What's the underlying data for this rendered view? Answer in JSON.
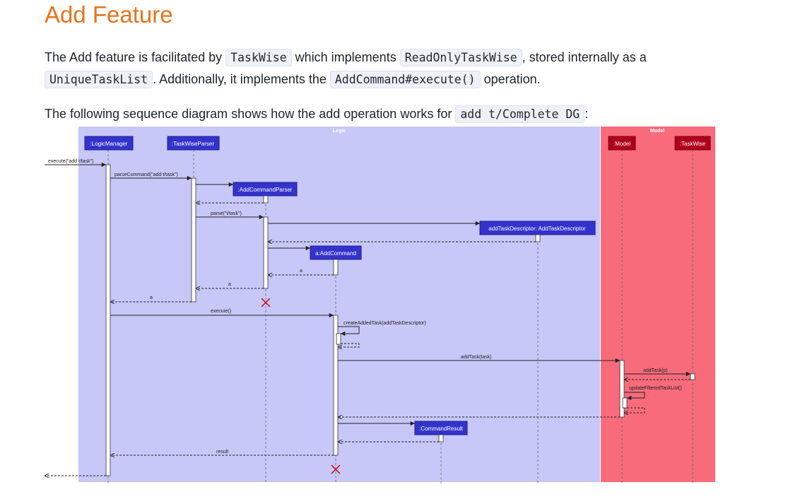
{
  "heading": "Add Feature",
  "intro": {
    "t1": "The Add feature is facilitated by ",
    "c1": "TaskWise",
    "t2": " which implements ",
    "c2": "ReadOnlyTaskWise",
    "t3": ", stored internally as a ",
    "c3": "UniqueTaskList",
    "t4": ". Additionally, it implements the ",
    "c4": "AddCommand#execute()",
    "t5": " operation."
  },
  "seq_intro": {
    "t1": "The following sequence diagram shows how the add operation works for ",
    "c1": "add t/Complete DG",
    "t2": ":"
  },
  "diagram": {
    "logic_title": "Logic",
    "model_title": "Model",
    "colors": {
      "logic_bg": "#c7c7f8",
      "model_bg": "#f76b7b",
      "participant_blue": "#3333cc",
      "participant_red": "#b0001c",
      "destroy": "#cc0000"
    },
    "participants": {
      "logic_manager": ":LogicManager",
      "parser": ":TaskWiseParser",
      "add_command_parser": ":AddCommandParser",
      "descriptor": "addTaskDescriptor: AddTaskDescriptor",
      "add_command": "a:AddCommand",
      "command_result": ":CommandResult",
      "model": ":Model",
      "taskwise": ":TaskWise"
    },
    "messages": {
      "execute_call": "execute(\"add t/task\")",
      "parse_command": "parseCommand(\"add t/task\")",
      "parse": "parse(\"t/task\")",
      "ret_a1": "a",
      "ret_a2": "a",
      "ret_a3": "a",
      "execute": "execute()",
      "create_added_task": "createAddedTask(addTaskDescriptor)",
      "add_task": "addTask(task)",
      "add_task_p": "addTask(p)",
      "update_filtered": "updateFilteredTaskList()",
      "result": "result"
    }
  }
}
